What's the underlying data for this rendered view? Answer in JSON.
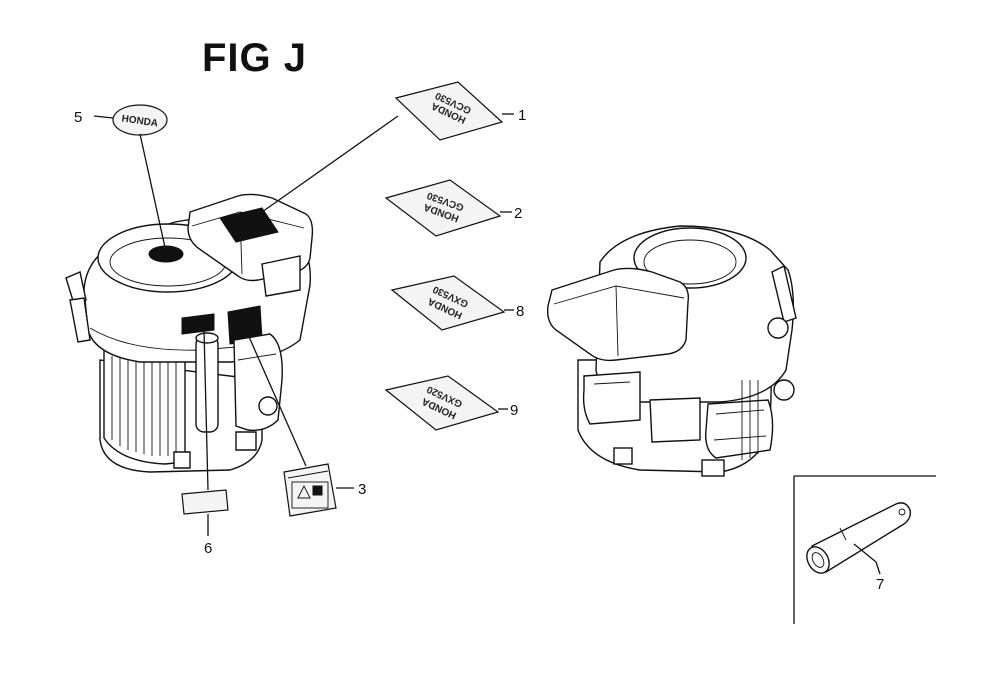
{
  "figure": {
    "title": "FIG J"
  },
  "callouts": {
    "1": "1",
    "2": "2",
    "3": "3",
    "5": "5",
    "6": "6",
    "7": "7",
    "8": "8",
    "9": "9"
  },
  "decals": {
    "1": [
      "HONDA",
      "GCV530"
    ],
    "2": [
      "HONDA",
      "GCV530"
    ],
    "5": "HONDA",
    "8": [
      "HONDA",
      "GXV530"
    ],
    "9": [
      "HONDA",
      "GXV520"
    ]
  },
  "colors": {
    "line": "#111111",
    "background": "#ffffff",
    "decal_fill": "#f4f4f4"
  }
}
